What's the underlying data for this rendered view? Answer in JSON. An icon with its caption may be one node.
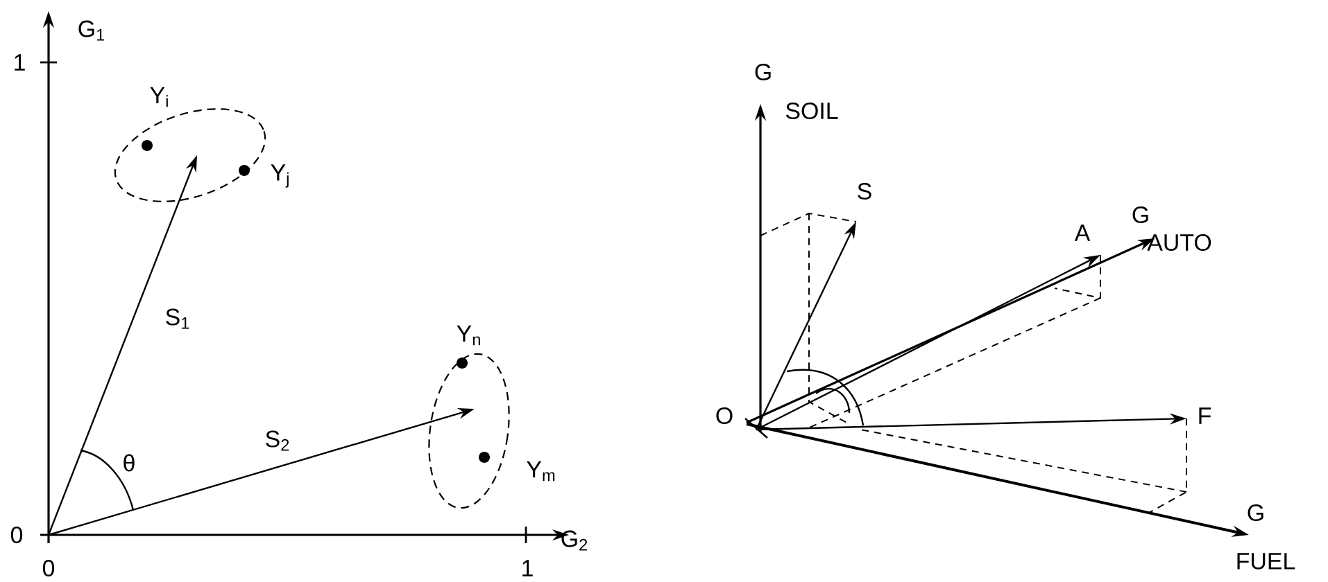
{
  "diagram": {
    "labels": [
      "G$_{1}$",
      "1",
      "Y$_{i}$",
      "Y$_{j}$",
      "S$_{1}$",
      "Y$_{n}$",
      "S$_{2}$",
      "θ",
      "Y$_{m}$",
      "0",
      "G$_{2}$",
      "0",
      "1",
      "G",
      "SOIL",
      "S",
      "A",
      "G",
      "AUTO",
      "O",
      "F",
      "G",
      "FUEL"
    ]
  }
}
